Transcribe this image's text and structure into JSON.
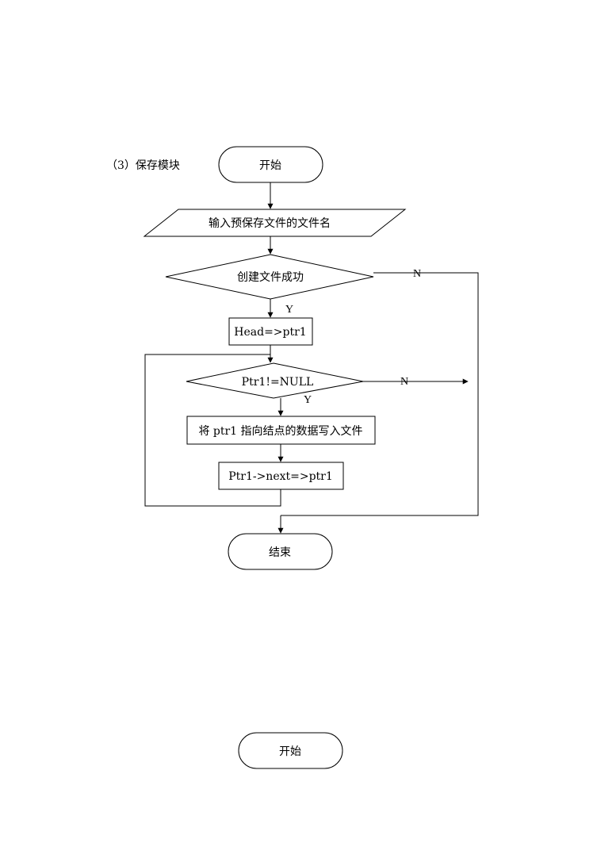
{
  "section_title": "（3）保存模块",
  "nodes": {
    "start": "开始",
    "input_filename": "输入预保存文件的文件名",
    "create_file_ok": "创建文件成功",
    "head_assign": "Head=>ptr1",
    "ptr_not_null": "Ptr1!=NULL",
    "write_node": "将 ptr1 指向结点的数据写入文件",
    "advance_ptr": "Ptr1->next=>ptr1",
    "end": "结束",
    "start_next": "开始"
  },
  "branch_labels": {
    "create_yes": "Y",
    "create_no": "N",
    "null_yes": "Y",
    "null_no": "N"
  }
}
